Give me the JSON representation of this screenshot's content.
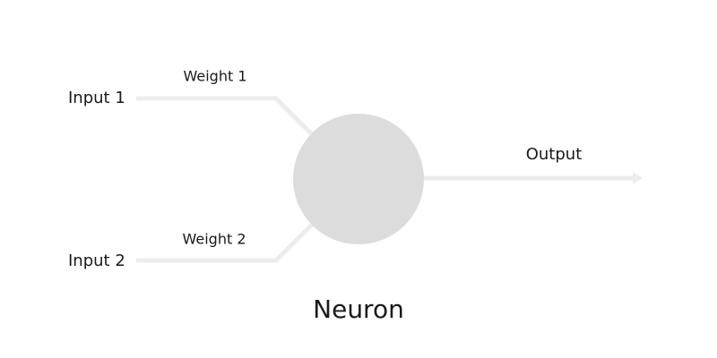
{
  "diagram": {
    "title": "Neuron",
    "inputs": [
      {
        "label": "Input 1",
        "weight_label": "Weight 1"
      },
      {
        "label": "Input 2",
        "weight_label": "Weight 2"
      }
    ],
    "output_label": "Output",
    "colors": {
      "node_fill": "#dcdcdc",
      "connector": "#ececec",
      "text": "#1a1a1a",
      "background": "#ffffff"
    }
  }
}
